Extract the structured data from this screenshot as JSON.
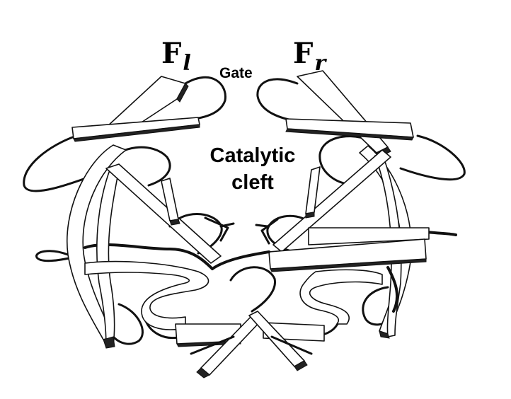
{
  "labels": {
    "flap_left": {
      "main": "F",
      "sub": "l"
    },
    "flap_right": {
      "main": "F",
      "sub": "r"
    },
    "gate": "Gate",
    "catalytic_cleft": {
      "line1": "Catalytic",
      "line2": "cleft"
    }
  },
  "colors": {
    "ink": "#111111",
    "background": "#ffffff"
  }
}
